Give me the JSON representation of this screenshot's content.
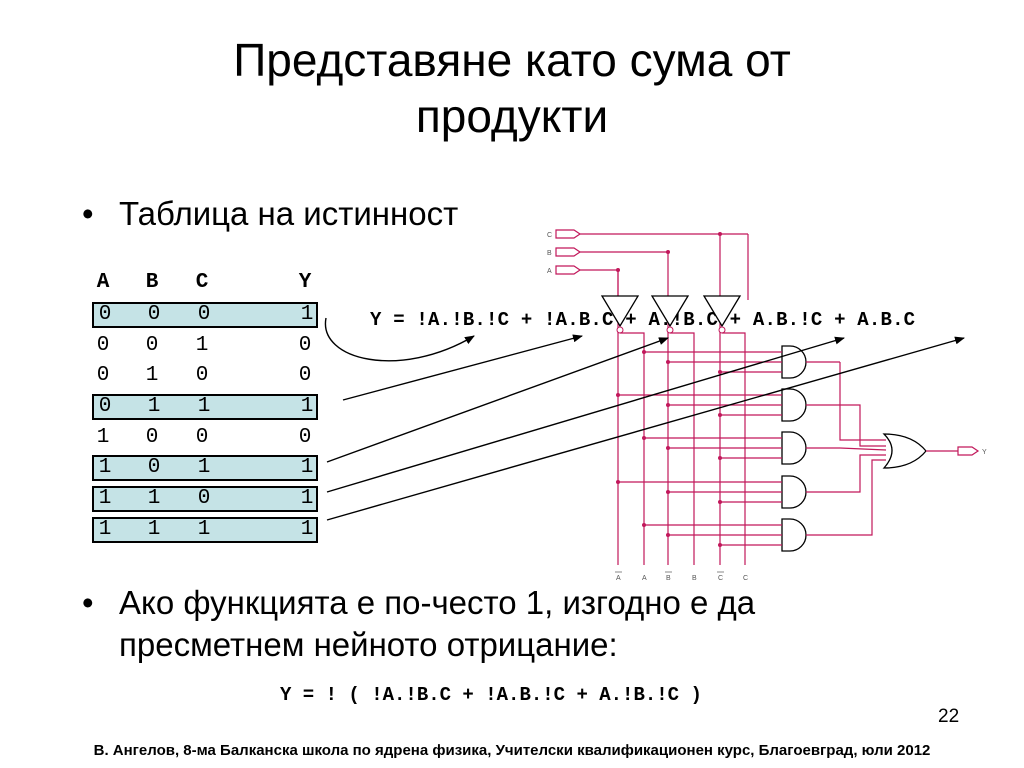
{
  "title": {
    "line1": "Представяне като сума от",
    "line2": "продукти"
  },
  "bullets": [
    {
      "symbol": "•",
      "text": "Таблица на истинност"
    },
    {
      "symbol": "•",
      "text": "Ако функцията е по-често 1, изгодно е да пресметнем нейното отрицание:"
    }
  ],
  "truth_table": {
    "headers": [
      "A",
      "B",
      "C",
      "Y"
    ],
    "rows": [
      {
        "values": [
          "0",
          "0",
          "0",
          "1"
        ],
        "highlighted": true
      },
      {
        "values": [
          "0",
          "0",
          "1",
          "0"
        ],
        "highlighted": false
      },
      {
        "values": [
          "0",
          "1",
          "0",
          "0"
        ],
        "highlighted": false
      },
      {
        "values": [
          "0",
          "1",
          "1",
          "1"
        ],
        "highlighted": true
      },
      {
        "values": [
          "1",
          "0",
          "0",
          "0"
        ],
        "highlighted": false
      },
      {
        "values": [
          "1",
          "0",
          "1",
          "1"
        ],
        "highlighted": true
      },
      {
        "values": [
          "1",
          "1",
          "0",
          "1"
        ],
        "highlighted": true
      },
      {
        "values": [
          "1",
          "1",
          "1",
          "1"
        ],
        "highlighted": true
      }
    ],
    "highlight_color": "#c5e3e6"
  },
  "formula_sum": "Y = !A.!B.!C + !A.B.C + A.!B.C + A.B.!C + A.B.C",
  "formula_negation": "Y = ! ( !A.!B.C + !A.B.!C + A.!B.!C )",
  "circuit": {
    "inputs": [
      "C",
      "B",
      "A"
    ],
    "output": "Y",
    "bottom_labels": [
      "A",
      "A",
      "B",
      "B",
      "C",
      "C"
    ],
    "wire_color": "#c2185b",
    "gate_color": "#000000"
  },
  "page_number": "22",
  "footer": "В. Ангелов, 8-ма Балканска школа по ядрена физика, Учителски квалификационен курс, Благоевград, юли 2012"
}
